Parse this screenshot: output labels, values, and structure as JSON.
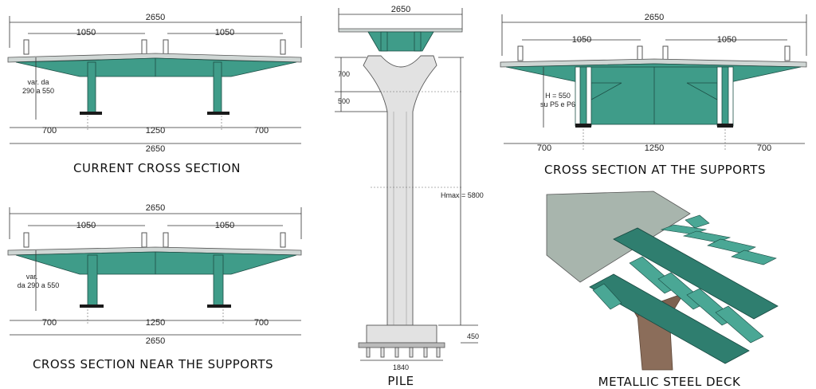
{
  "panels": {
    "current": {
      "caption": "CURRENT CROSS SECTION",
      "top_total": "2650",
      "top_left": "1050",
      "top_right": "1050",
      "var_line1": "var. da",
      "var_line2": "290 a 550",
      "bot_left": "700",
      "bot_mid": "1250",
      "bot_right": "700",
      "bot_total": "2650"
    },
    "near": {
      "caption": "CROSS SECTION NEAR THE SUPPORTS",
      "top_total": "2650",
      "top_left": "1050",
      "top_right": "1050",
      "var_line1": "var.",
      "var_line2": "da 290 a 550",
      "bot_left": "700",
      "bot_mid": "1250",
      "bot_right": "700",
      "bot_total": "2650"
    },
    "supports": {
      "caption": "CROSS SECTION AT THE SUPPORTS",
      "top_total": "2650",
      "top_left": "1050",
      "top_right": "1050",
      "h_line1": "H = 550",
      "h_line2": "su P5 e P6",
      "bot_left": "700",
      "bot_mid": "1250",
      "bot_right": "700"
    },
    "pile": {
      "caption": "PILE",
      "top_width": "2650",
      "d700": "700",
      "d500": "500",
      "hmax": "Hmax = 5800",
      "d450": "450",
      "base_width": "1840"
    },
    "deck": {
      "caption": "METALLIC STEEL DECK"
    }
  },
  "colors": {
    "steel": "#3f9c89",
    "slab": "#cfd6d4",
    "concrete": "#e2e2e2"
  }
}
